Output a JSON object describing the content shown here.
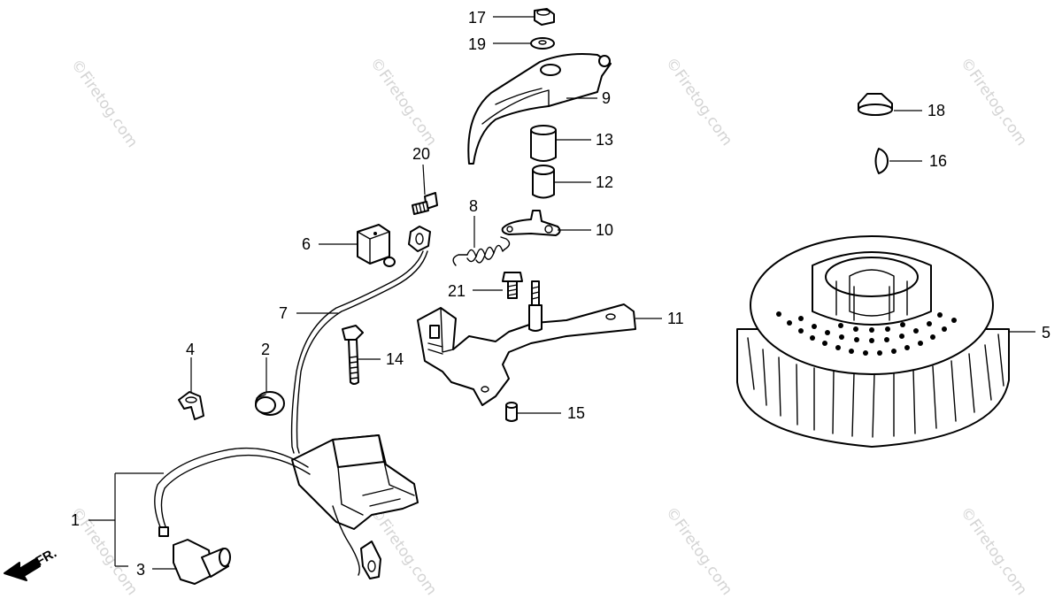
{
  "watermark": "©Firetog.com",
  "front_arrow": "FR.",
  "callouts": {
    "c1": "1",
    "c2": "2",
    "c3": "3",
    "c4": "4",
    "c5": "5",
    "c6": "6",
    "c7": "7",
    "c8": "8",
    "c9": "9",
    "c10": "10",
    "c11": "11",
    "c12": "12",
    "c13": "13",
    "c14": "14",
    "c15": "15",
    "c16": "16",
    "c17": "17",
    "c18": "18",
    "c19": "19",
    "c20": "20",
    "c21": "21"
  }
}
